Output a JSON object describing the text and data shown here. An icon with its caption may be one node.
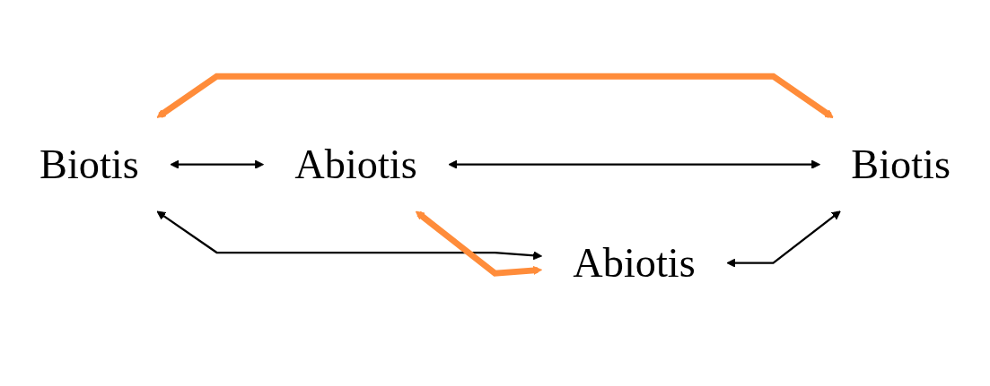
{
  "diagram": {
    "nodes": [
      {
        "text": [
          "Biotis"
        ]
      },
      {
        "text": [
          "Abiotis"
        ]
      },
      {
        "text": [
          "Abiotis"
        ]
      },
      {
        "text": [
          "Biotis"
        ]
      }
    ],
    "edges": [
      {
        "from": 0,
        "to": 1,
        "arrow": "both"
      },
      {
        "from": 0,
        "to": 2,
        "arrow": "both"
      },
      {
        "from": 1,
        "to": 2,
        "arrow": "both",
        "style": "thick",
        "color": "#ff8c3a"
      },
      {
        "from": 0,
        "to": 3,
        "arrow": "both",
        "style": "thick",
        "color": "#ff8c3a"
      },
      {
        "from": 1,
        "to": 3,
        "arrow": "both"
      },
      {
        "from": 2,
        "to": 3,
        "arrow": "both"
      }
    ]
  }
}
